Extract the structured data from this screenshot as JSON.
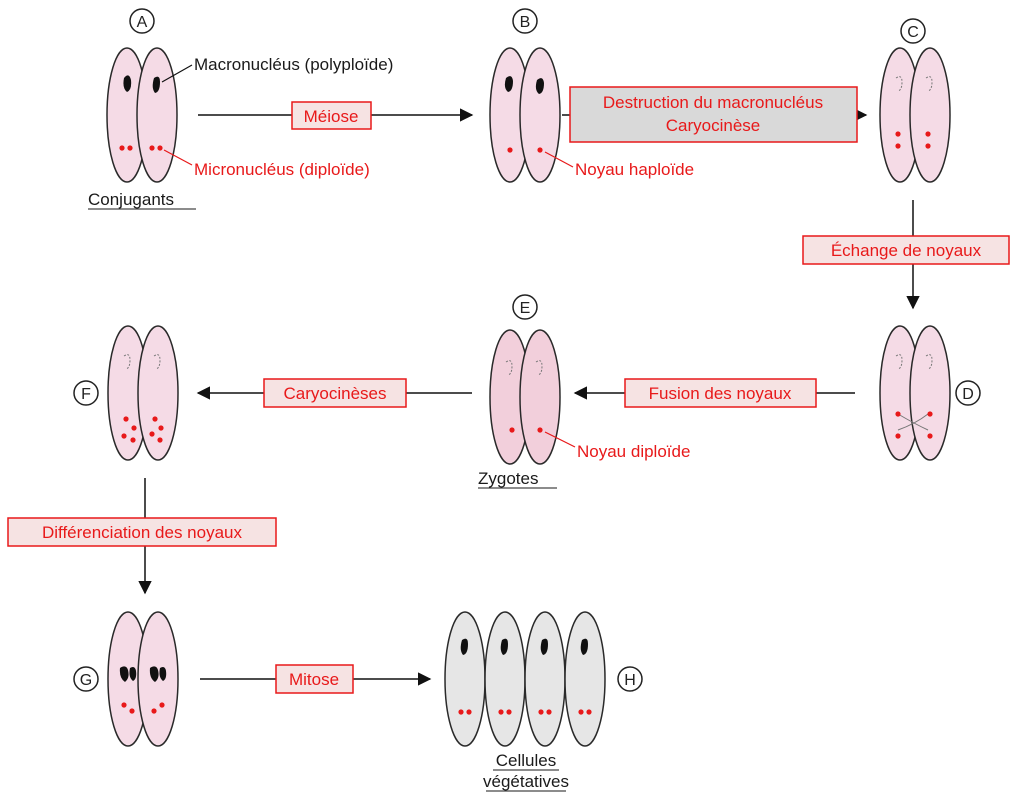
{
  "colors": {
    "cell_pink": "#f5dbe6",
    "cell_gray": "#e6e6e6",
    "outline": "#2a2a2a",
    "red": "#e8191a",
    "box_fill": "#f6e3e3",
    "box_gray_fill": "#d9d9d9"
  },
  "stages": {
    "A": "A",
    "B": "B",
    "C": "C",
    "D": "D",
    "E": "E",
    "F": "F",
    "G": "G",
    "H": "H"
  },
  "labels": {
    "macronucleus": "Macronucléus (polyploïde)",
    "micronucleus": "Micronucléus (diploïde)",
    "haploid_nucleus": "Noyau haploïde",
    "diploid_nucleus": "Noyau diploïde",
    "conjugants": "Conjugants",
    "zygotes": "Zygotes",
    "vegetative_line1": "Cellules",
    "vegetative_line2": "végétatives"
  },
  "processes": {
    "meiosis": "Méiose",
    "destruction_line1": "Destruction du macronucléus",
    "destruction_line2": "Caryocinèse",
    "exchange": "Échange de noyaux",
    "fusion": "Fusion des noyaux",
    "karyokineses": "Caryocinèses",
    "differentiation": "Différenciation des noyaux",
    "mitosis": "Mitose"
  }
}
